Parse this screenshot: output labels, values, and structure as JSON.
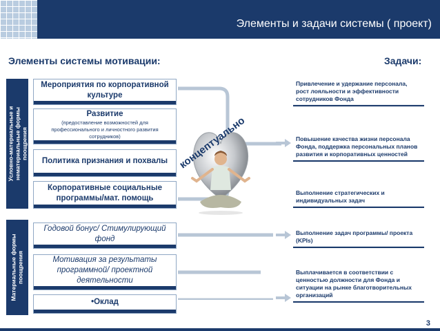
{
  "header": {
    "title": "Элементы и задачи системы ( проект)"
  },
  "left_label": "Элементы системы мотивации:",
  "right_label": "Задачи:",
  "sidebar_top": "Условно-материальные и\nнематериальные формы\nпоощрения",
  "sidebar_bottom": "Материальные формы\nпоощрения",
  "elements": {
    "e1": "Мероприятия по корпоративной культуре",
    "e2_title": "Развитие",
    "e2_sub": "(предоставление возможностей для профессионального и личностного развития сотрудников)",
    "e3": "Политика признания и похвалы",
    "e4": "Корпоративные социальные программы/мат. помощь",
    "e5": "Годовой бонус/ Стимулирующий фонд",
    "e6": "Мотивация за результаты программной/ проектной деятельности",
    "e7": "•Оклад"
  },
  "tasks": {
    "t1": "Привлечение и удержание персонала, рост лояльности и эффективности сотрудников Фонда",
    "t2": "Повышение качества жизни персонала Фонда, поддержка персональных планов развития и корпоративных ценностей",
    "t3": "Выполнение стратегических и индивидуальных задач",
    "t4": "Выполнение задач программы/ проекта (KPIs)",
    "t5": "Выплачивается в соответствии с ценностью должности для Фонда и ситуации на рынке благотворительных организаций"
  },
  "curved_word": "концептуально",
  "page_number": "3",
  "colors": {
    "navy": "#1b3a6b",
    "accent": "#1b3a6b",
    "light_grid": "#b9cce0"
  }
}
